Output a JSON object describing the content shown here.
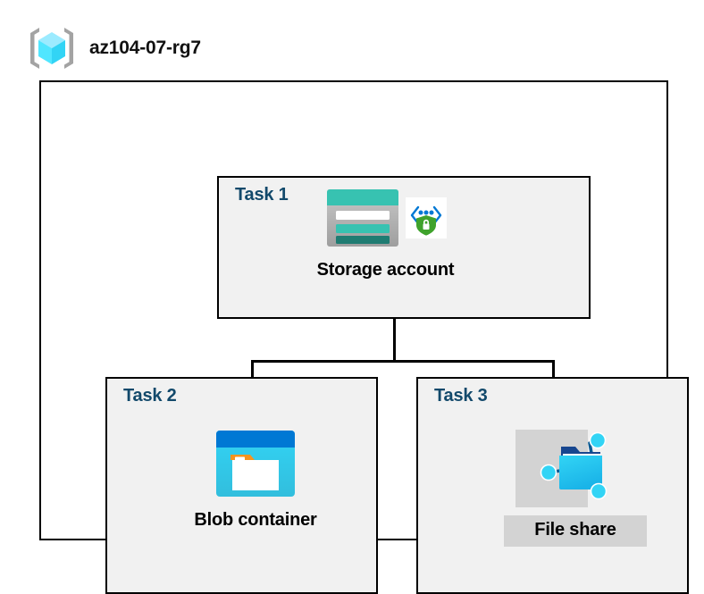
{
  "header": {
    "icon": "resource-group-icon",
    "title": "az104-07-rg7"
  },
  "container": {
    "name": "resource-group-container"
  },
  "tasks": [
    {
      "id": "task1",
      "label": "Task 1",
      "node": {
        "caption": "Storage account",
        "icon": "storage-account-icon",
        "badge_icon": "secure-endpoint-shield-icon",
        "highlighted": false
      }
    },
    {
      "id": "task2",
      "label": "Task 2",
      "node": {
        "caption": "Blob container",
        "icon": "blob-container-icon",
        "highlighted": false
      }
    },
    {
      "id": "task3",
      "label": "Task 3",
      "node": {
        "caption": "File share",
        "icon": "file-share-icon",
        "highlighted": true
      }
    }
  ],
  "connectors": [
    {
      "name": "storage-to-branch-stem"
    },
    {
      "name": "branch-horizontal"
    },
    {
      "name": "branch-to-blob-container"
    },
    {
      "name": "branch-to-file-share"
    }
  ],
  "colors": {
    "task_label": "#12496b",
    "task_box_fill": "#f1f1f1",
    "border": "#000000",
    "highlight": "#d3d3d3",
    "cube_cyan": "#50e6ff",
    "bracket_gray": "#a3a3a3",
    "storage_teal": "#37c2b1",
    "storage_teal_dark": "#1f7c72",
    "blob_blue": "#0078d4",
    "blob_cyan": "#32d4f5",
    "blob_orange": "#f7941e",
    "shield_green": "#3fa22c",
    "file_share_blue": "#1ab4e8"
  }
}
